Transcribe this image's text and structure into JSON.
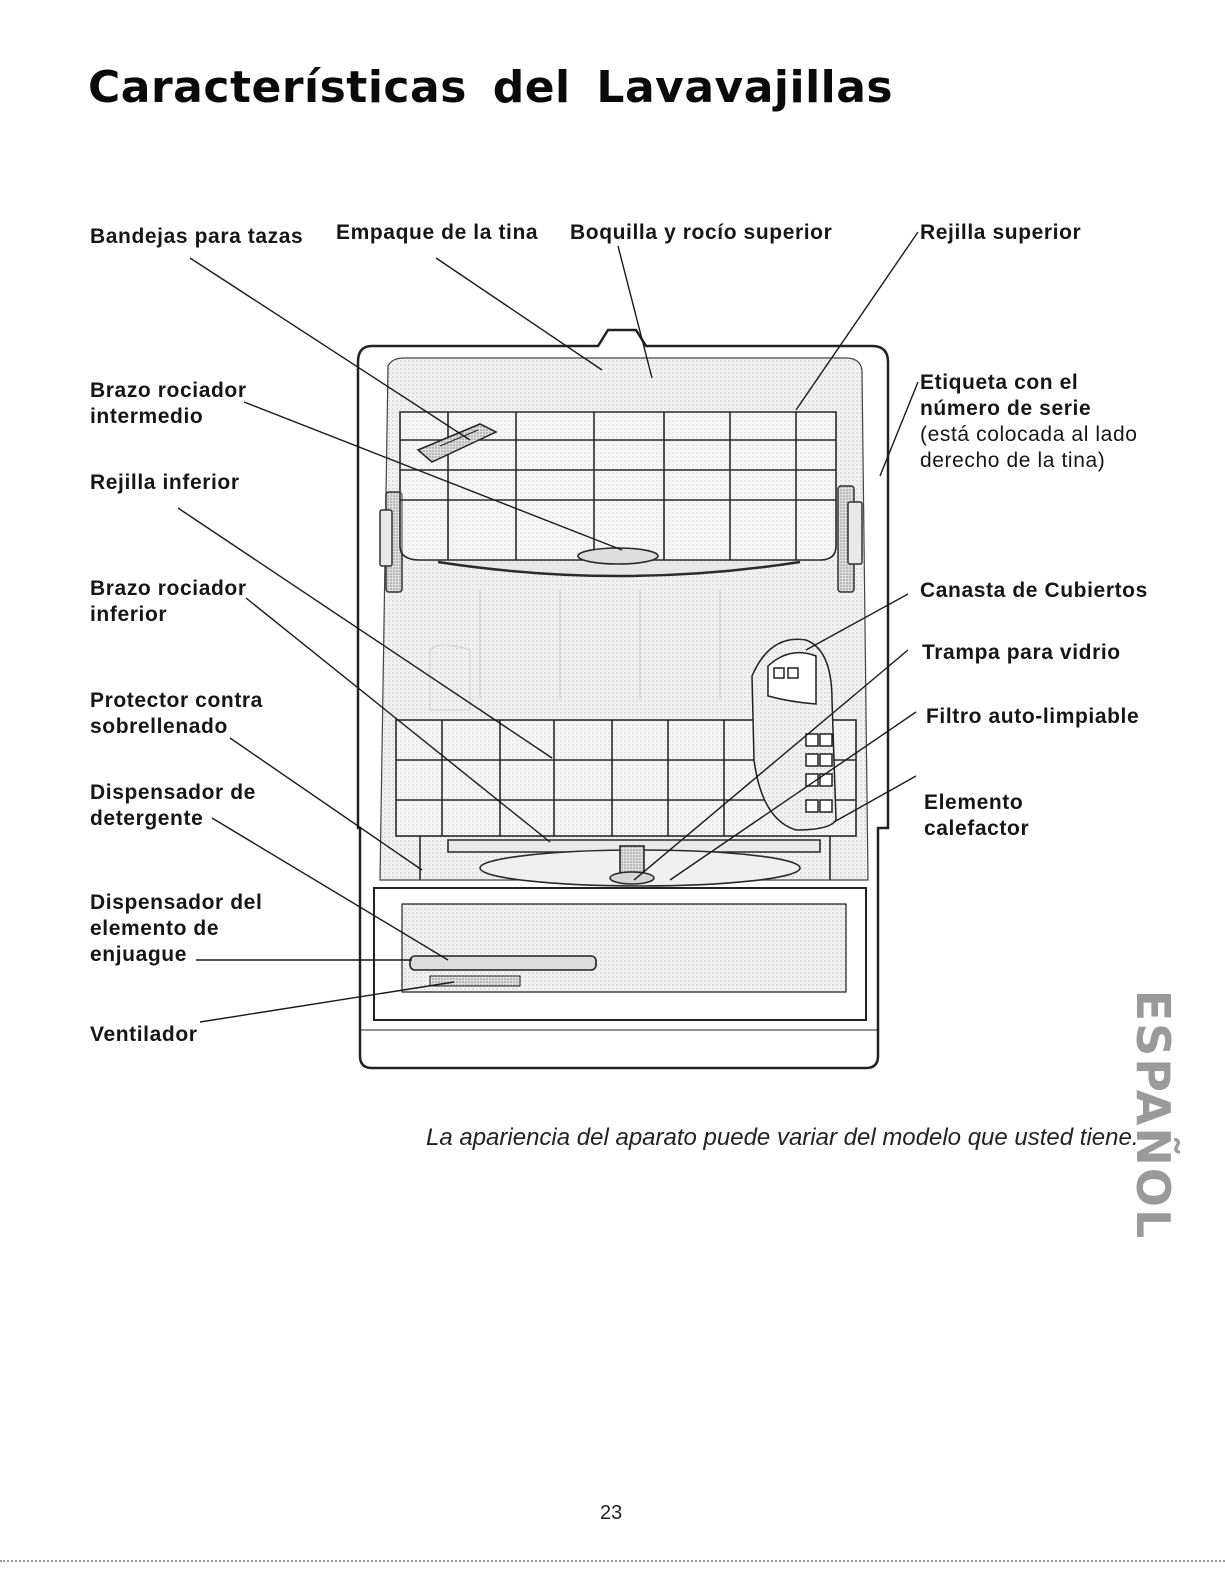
{
  "title": "Características del Lavavajillas",
  "labels": {
    "cup_shelves": "Bandejas para tazas",
    "tub_gasket": "Empaque de la tina",
    "upper_nozzle": "Boquilla y rocío superior",
    "upper_rack": "Rejilla superior",
    "middle_arm_1": "Brazo rociador",
    "middle_arm_2": "intermedio",
    "serial_1": "Etiqueta con el",
    "serial_2": "número de serie",
    "serial_3": "(está colocada al lado",
    "serial_4": "derecho de la tina)",
    "lower_rack": "Rejilla inferior",
    "lower_arm_1": "Brazo rociador",
    "lower_arm_2": "inferior",
    "silverware": "Canasta de Cubiertos",
    "glass_trap": "Trampa para vidrio",
    "overfill_1": "Protector contra",
    "overfill_2": "sobrellenado",
    "filter": "Filtro auto-limpiable",
    "detergent_1": "Dispensador de",
    "detergent_2": "detergente",
    "heater_1": "Elemento",
    "heater_2": "calefactor",
    "rinse_1": "Dispensador del",
    "rinse_2": "elemento de",
    "rinse_3": "enjuague",
    "vent": "Ventilador"
  },
  "caption": "La apariencia del aparato puede variar del modelo que usted tiene.",
  "side_tab": "ESPAÑOL",
  "page_number": "23"
}
